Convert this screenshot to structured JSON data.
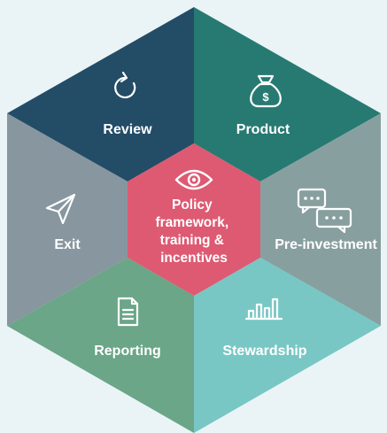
{
  "segments": {
    "review": {
      "label": "Review",
      "icon": "refresh-icon",
      "color": "#234c67"
    },
    "product": {
      "label": "Product",
      "icon": "money-bag-icon",
      "color": "#277a72"
    },
    "pre_investment": {
      "label": "Pre-investment",
      "icon": "chat-bubbles-icon",
      "color": "#889fa0"
    },
    "stewardship": {
      "label": "Stewardship",
      "icon": "bar-chart-icon",
      "color": "#78c7c4"
    },
    "reporting": {
      "label": "Reporting",
      "icon": "document-icon",
      "color": "#6aa687"
    },
    "exit": {
      "label": "Exit",
      "icon": "send-icon",
      "color": "#87969f"
    }
  },
  "center": {
    "lines": [
      "Policy",
      "framework,",
      "training &",
      "incentives"
    ],
    "icon": "eye-icon",
    "color": "#dd5a72"
  }
}
